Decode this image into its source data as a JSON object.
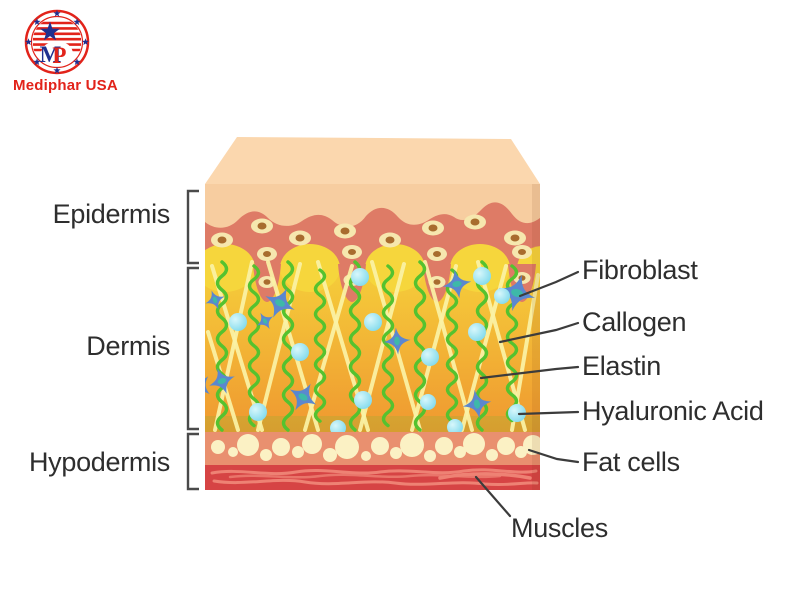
{
  "logo": {
    "brand": "Mediphar USA",
    "monogram_m": "M",
    "monogram_p": "P"
  },
  "layer_labels": {
    "epidermis": "Epidermis",
    "dermis": "Dermis",
    "hypodermis": "Hypodermis"
  },
  "annotations": {
    "fibroblast": "Fibroblast",
    "callogen": "Callogen",
    "elastin": "Elastin",
    "hyaluronic_acid": "Hyaluronic Acid",
    "fat_cells": "Fat cells",
    "muscles": "Muscles"
  },
  "colors": {
    "top_face": "#FBD7AE",
    "front_peach": "#F7CDA0",
    "epi_band": "#DE7B66",
    "cell_body": "#F6E7AE",
    "cell_nucleus": "#A86C2E",
    "dermis_top": "#F6D63C",
    "dermis_bottom": "#EF9830",
    "collagen": "#FBF3A6",
    "elastin": "#55C22F",
    "hyaluronic": "#72D5EA",
    "fibroblast": "#5B87CF",
    "fibroblast_center": "#3EB9A8",
    "hypodermis_band": "#E9906F",
    "fat_cell": "#FBF1C4",
    "muscle_band": "#D64444",
    "muscle_fiber": "#EE8274",
    "annotation_line": "#3C3C3C",
    "bracket": "#4A4A4A",
    "label_text": "#2E2E2E",
    "logo_red": "#E2231A",
    "logo_blue": "#20308F"
  }
}
